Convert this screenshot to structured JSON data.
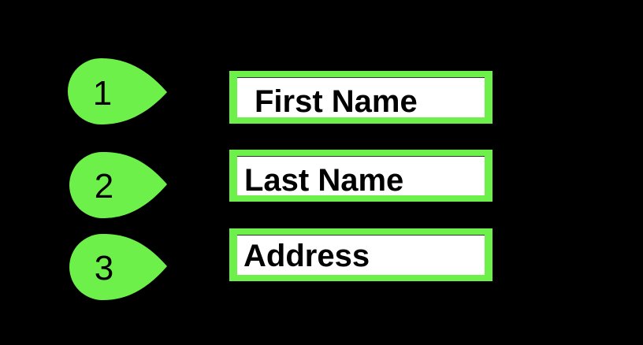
{
  "colors": {
    "background": "#000000",
    "accent": "#6ef04a",
    "field_fill": "#ffffff",
    "text": "#000000"
  },
  "steps": [
    {
      "number": "1",
      "label": "First Name"
    },
    {
      "number": "2",
      "label": "Last Name"
    },
    {
      "number": "3",
      "label": "Address"
    }
  ]
}
